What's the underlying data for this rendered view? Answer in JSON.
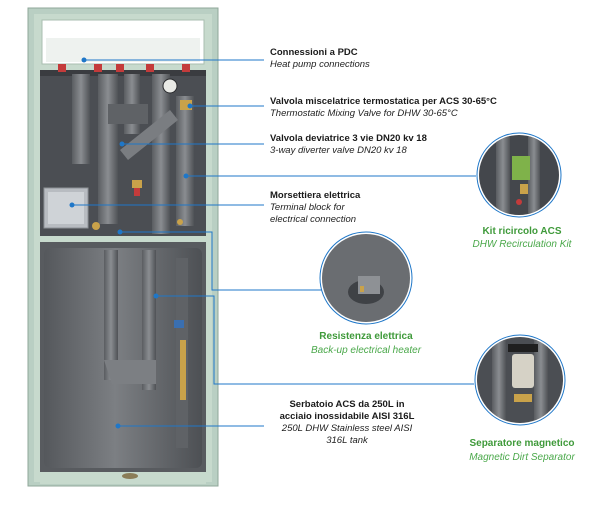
{
  "callouts": [
    {
      "title": "Connessioni a PDC",
      "subtitle": "Heat pump connections"
    },
    {
      "title": "Valvola miscelatrice termostatica per ACS 30-65°C",
      "subtitle": "Thermostatic Mixing Valve for DHW 30-65°C"
    },
    {
      "title": "Valvola deviatrice 3 vie DN20 kv 18",
      "subtitle": "3-way diverter valve DN20 kv 18"
    },
    {
      "title": "Morsettiera elettrica",
      "subtitle_1": "Terminal block for",
      "subtitle_2": "electrical connection"
    },
    {
      "title_1": "Serbatoio ACS da 250L in",
      "title_2": "acciaio inossidabile AISI 316L",
      "subtitle_1": "250L DHW Stainless steel AISI",
      "subtitle_2": "316L tank"
    }
  ],
  "details": [
    {
      "title": "Kit ricircolo ACS",
      "subtitle": "DHW Recirculation Kit"
    },
    {
      "title": "Resistenza elettrica",
      "subtitle": "Back-up electrical heater"
    },
    {
      "title": "Separatore magnetico",
      "subtitle": "Magnetic Dirt Separator"
    }
  ],
  "colors": {
    "callout": "#1f77c8",
    "frame": "#b9cfc3",
    "interior": "#4a4d52",
    "tank": "#6a6d71",
    "green_text": "#3f9a3a"
  }
}
